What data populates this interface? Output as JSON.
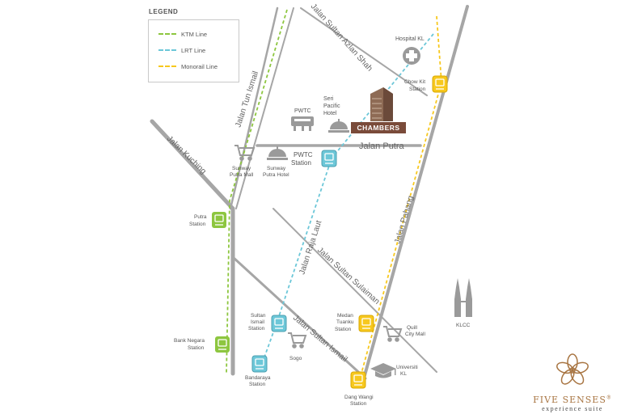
{
  "legend": {
    "title": "LEGEND",
    "items": [
      {
        "label": "KTM Line",
        "color": "#8dc63f"
      },
      {
        "label": "LRT Line",
        "color": "#6cc7d8"
      },
      {
        "label": "Monorail Line",
        "color": "#f7c81e"
      }
    ]
  },
  "roads": {
    "tun_ismail": "Jalan Tun Ismail",
    "azlan_shah": "Jalan Sultan Azlan Shah",
    "putra": "Jalan Putra",
    "kuching": "Jalan Kuching",
    "raja_laut": "Jalan Raja Laut",
    "pahang": "Jalan Pahang",
    "sulaiman": "Jalan Sultan Sulaiman",
    "sultan_ismail": "Jalan Sultan Ismail"
  },
  "stations": {
    "putra": {
      "line1": "Putra",
      "line2": "Station"
    },
    "bank_negara": {
      "line1": "Bank Negara",
      "line2": "Station"
    },
    "pwtc": {
      "line1": "PWTC",
      "line2": "Station"
    },
    "sultan_ismail": {
      "line1": "Sultan",
      "line2": "Ismail",
      "line3": "Station"
    },
    "bandaraya": {
      "line1": "Bandaraya",
      "line2": "Station"
    },
    "chow_kit": {
      "line1": "Chow Kit",
      "line2": "Station"
    },
    "medan_tuanku": {
      "line1": "Medan",
      "line2": "Tuanku",
      "line3": "Station"
    },
    "dang_wangi": {
      "line1": "Dang Wangi",
      "line2": "Station"
    }
  },
  "places": {
    "hospital": "Hospital KL",
    "pwtc": "PWTC",
    "seri_pacific": {
      "line1": "Seri",
      "line2": "Pacific",
      "line3": "Hotel"
    },
    "chambers": "CHAMBERS",
    "sunway_mall": {
      "line1": "Sunway",
      "line2": "Putra Mall"
    },
    "sunway_hotel": {
      "line1": "Sunway",
      "line2": "Putra Hotel"
    },
    "sogo": "Sogo",
    "quill": {
      "line1": "Quill",
      "line2": "City Mall"
    },
    "universiti": {
      "line1": "Universiti",
      "line2": "KL"
    },
    "klcc": "KLCC"
  },
  "brand": {
    "name": "FIVE SENSES",
    "reg": "®",
    "tagline": "experience suite"
  },
  "colors": {
    "road": "#a6a6a6",
    "ktm": "#8dc63f",
    "lrt": "#6cc7d8",
    "mono": "#f7c81e",
    "gold": "#a87542",
    "chambers": "#7a4b3a"
  }
}
